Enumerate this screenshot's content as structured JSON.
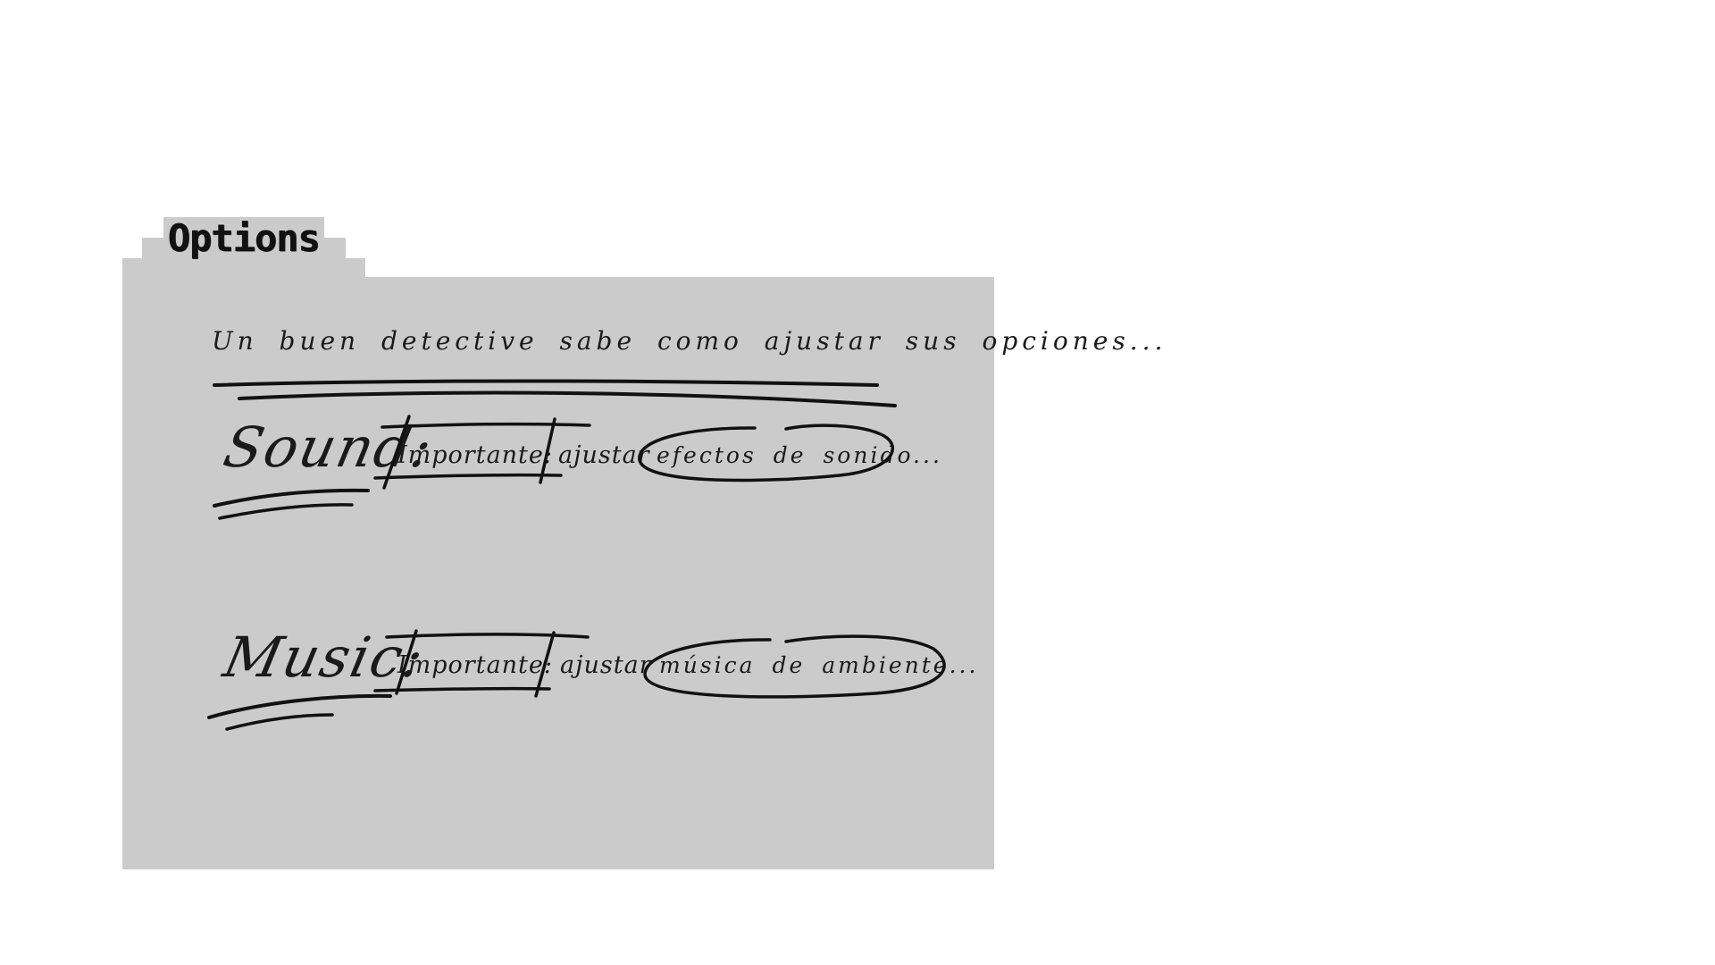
{
  "tab": {
    "title": "Options"
  },
  "intro_text": "Un buen detective sabe como ajustar sus opciones...",
  "rows": [
    {
      "label": "Sound:",
      "tag": "Importante:",
      "verb": "ajustar",
      "target": "efectos de sonido..."
    },
    {
      "label": "Music:",
      "tag": "Importante:",
      "verb": "ajustar",
      "target": "música de ambiente..."
    }
  ],
  "colors": {
    "panel": "#cbcbcb",
    "ink": "#111111",
    "background": "#ffffff"
  }
}
